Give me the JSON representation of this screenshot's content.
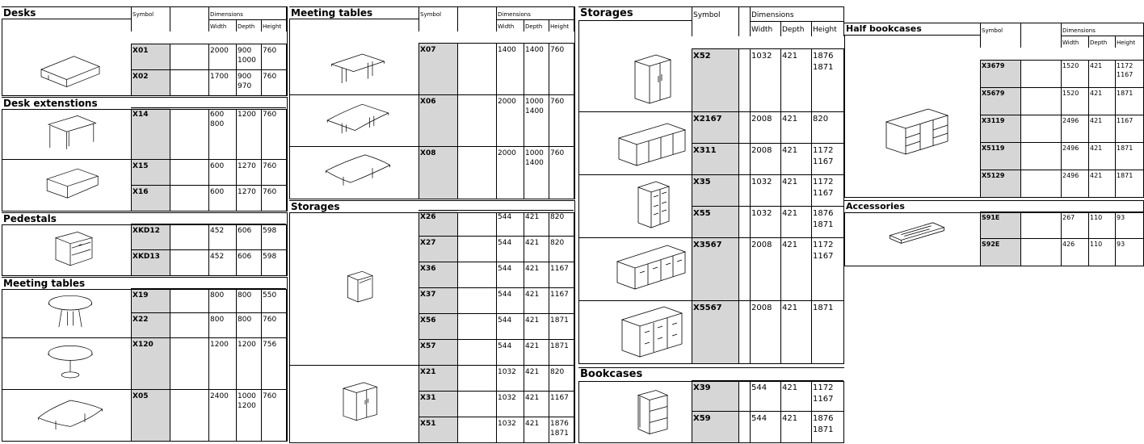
{
  "panels": [
    {
      "sections": [
        {
          "title": "Desks",
          "header": true,
          "header_labels": {
            "symbol": "Symbol",
            "dimensions": "Dimensions",
            "width": "Width",
            "depth": "Depth",
            "height": "Height"
          },
          "groups": [
            {
              "icon": "desk-icon",
              "rows": [
                {
                  "code": "X01",
                  "width": "2000",
                  "depth": "900\n1000",
                  "height": "760"
                },
                {
                  "code": "X02",
                  "width": "1700",
                  "depth": "900\n970",
                  "height": "760"
                }
              ]
            }
          ]
        },
        {
          "title": "Desk extenstions",
          "header": false,
          "groups": [
            {
              "icon": "desk-extension-leg-icon",
              "rows": [
                {
                  "code": "X14",
                  "width": "600\n800",
                  "depth": "1200",
                  "height": "760"
                }
              ]
            },
            {
              "icon": "desk-extension-panel-icon",
              "rows": [
                {
                  "code": "X15",
                  "width": "600",
                  "depth": "1270",
                  "height": "760"
                },
                {
                  "code": "X16",
                  "width": "600",
                  "depth": "1270",
                  "height": "760"
                }
              ]
            }
          ]
        },
        {
          "title": "Pedestals",
          "header": false,
          "groups": [
            {
              "icon": "pedestal-icon",
              "rows": [
                {
                  "code": "XKD12",
                  "width": "452",
                  "depth": "606",
                  "height": "598"
                },
                {
                  "code": "XKD13",
                  "width": "452",
                  "depth": "606",
                  "height": "598"
                }
              ]
            }
          ]
        },
        {
          "title": "Meeting tables",
          "header": false,
          "groups": [
            {
              "icon": "round-table-panel-icon",
              "rows": [
                {
                  "code": "X19",
                  "width": "800",
                  "depth": "800",
                  "height": "550"
                },
                {
                  "code": "X22",
                  "width": "800",
                  "depth": "800",
                  "height": "760"
                }
              ]
            },
            {
              "icon": "round-table-pedestal-icon",
              "rows": [
                {
                  "code": "X120",
                  "width": "1200",
                  "depth": "1200",
                  "height": "756"
                }
              ]
            },
            {
              "icon": "barrel-table-icon",
              "rows": [
                {
                  "code": "X05",
                  "width": "2400",
                  "depth": "1000\n1200",
                  "height": "760"
                }
              ]
            }
          ]
        }
      ]
    },
    {
      "sections": [
        {
          "title": "Meeting tables",
          "header": true,
          "header_labels": {
            "symbol": "Symbol",
            "dimensions": "Dimensions",
            "width": "Width",
            "depth": "Depth",
            "height": "Height"
          },
          "groups": [
            {
              "icon": "square-table-icon",
              "rows": [
                {
                  "code": "X07",
                  "width": "1400",
                  "depth": "1400",
                  "height": "760"
                }
              ]
            },
            {
              "icon": "conference-table-icon",
              "rows": [
                {
                  "code": "X06",
                  "width": "2000",
                  "depth": "1000\n1400",
                  "height": "760"
                }
              ]
            },
            {
              "icon": "conference-table-large-icon",
              "rows": [
                {
                  "code": "X08",
                  "width": "2000",
                  "depth": "1000\n1400",
                  "height": "760"
                }
              ]
            }
          ]
        },
        {
          "title": "Storages",
          "header": false,
          "groups": [
            {
              "icon": "low-cabinet-icon",
              "rows": [
                {
                  "code": "X26",
                  "width": "544",
                  "depth": "421",
                  "height": "820"
                },
                {
                  "code": "X27",
                  "width": "544",
                  "depth": "421",
                  "height": "820"
                },
                {
                  "code": "X36",
                  "width": "544",
                  "depth": "421",
                  "height": "1167"
                },
                {
                  "code": "X37",
                  "width": "544",
                  "depth": "421",
                  "height": "1167"
                },
                {
                  "code": "X56",
                  "width": "544",
                  "depth": "421",
                  "height": "1871"
                },
                {
                  "code": "X57",
                  "width": "544",
                  "depth": "421",
                  "height": "1871"
                }
              ]
            },
            {
              "icon": "tall-cabinet-icon",
              "rows": [
                {
                  "code": "X21",
                  "width": "1032",
                  "depth": "421",
                  "height": "820"
                },
                {
                  "code": "X31",
                  "width": "1032",
                  "depth": "421",
                  "height": "1167"
                },
                {
                  "code": "X51",
                  "width": "1032",
                  "depth": "421",
                  "height": "1876\n1871"
                }
              ]
            }
          ]
        }
      ]
    },
    {
      "sections": [
        {
          "title": "Storages",
          "header": true,
          "header_labels": {
            "symbol": "Symbol",
            "dimensions": "Dimensions",
            "width": "Width",
            "depth": "Depth",
            "height": "Height"
          },
          "groups": [
            {
              "icon": "wardrobe-icon",
              "rows": [
                {
                  "code": "X52",
                  "width": "1032",
                  "depth": "421",
                  "height": "1876\n1871"
                }
              ]
            },
            {
              "icon": "sideboard-icon",
              "rows": [
                {
                  "code": "X2167",
                  "width": "2008",
                  "depth": "421",
                  "height": "820"
                },
                {
                  "code": "X311",
                  "width": "2008",
                  "depth": "421",
                  "height": "1172\n1167"
                }
              ]
            },
            {
              "icon": "glass-cabinet-icon",
              "rows": [
                {
                  "code": "X35",
                  "width": "1032",
                  "depth": "421",
                  "height": "1172\n1167"
                },
                {
                  "code": "X55",
                  "width": "1032",
                  "depth": "421",
                  "height": "1876\n1871"
                }
              ]
            },
            {
              "icon": "glass-sideboard-icon",
              "rows": [
                {
                  "code": "X3567",
                  "width": "2008",
                  "depth": "421",
                  "height": "1172\n1167"
                }
              ]
            },
            {
              "icon": "glass-wardrobe-icon",
              "rows": [
                {
                  "code": "X5567",
                  "width": "2008",
                  "depth": "421",
                  "height": "1871"
                }
              ]
            }
          ]
        },
        {
          "title": "Bookcases",
          "header": false,
          "groups": [
            {
              "icon": "bookcase-icon",
              "rows": [
                {
                  "code": "X39",
                  "width": "544",
                  "depth": "421",
                  "height": "1172\n1167"
                },
                {
                  "code": "X59",
                  "width": "544",
                  "depth": "421",
                  "height": "1876\n1871"
                }
              ]
            }
          ]
        }
      ]
    },
    {
      "sections": [
        {
          "title": "Half bookcases",
          "header": true,
          "header_labels": {
            "symbol": "Symbol",
            "dimensions": "Dimensions",
            "width": "Width",
            "depth": "Depth",
            "height": "Height"
          },
          "groups": [
            {
              "icon": "half-bookcase-icon",
              "rows": [
                {
                  "code": "X3679",
                  "width": "1520",
                  "depth": "421",
                  "height": "1172\n1167"
                },
                {
                  "code": "X5679",
                  "width": "1520",
                  "depth": "421",
                  "height": "1871"
                },
                {
                  "code": "X3119",
                  "width": "2496",
                  "depth": "421",
                  "height": "1167"
                },
                {
                  "code": "X5119",
                  "width": "2496",
                  "depth": "421",
                  "height": "1871"
                },
                {
                  "code": "X5129",
                  "width": "2496",
                  "depth": "421",
                  "height": "1871"
                }
              ]
            }
          ]
        },
        {
          "title": "Accessories",
          "header": false,
          "groups": [
            {
              "icon": "cable-box-icon",
              "rows": [
                {
                  "code": "S91E",
                  "width": "267",
                  "depth": "110",
                  "height": "93"
                },
                {
                  "code": "S92E",
                  "width": "426",
                  "depth": "110",
                  "height": "93"
                }
              ]
            }
          ]
        }
      ]
    }
  ]
}
